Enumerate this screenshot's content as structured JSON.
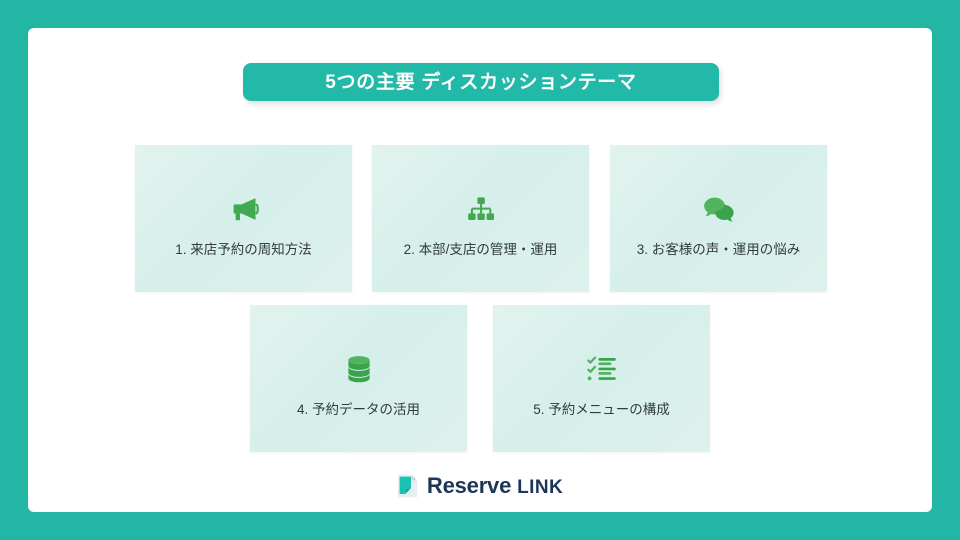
{
  "theme": {
    "frame_color": "#23b6a5",
    "panel_color": "#ffffff",
    "banner_color": "#22b9a8",
    "card_color": "#d9f0ec",
    "icon_color": "#3faa4f",
    "label_color": "#333a40",
    "logo_color": "#1d3557",
    "logo_mark_color": "#19c2b4"
  },
  "header": {
    "title": "5つの主要 ディスカッションテーマ"
  },
  "cards": [
    {
      "label": "1. 来店予約の周知方法",
      "icon": "megaphone-icon"
    },
    {
      "label": "2. 本部/支店の管理・運用",
      "icon": "sitemap-icon"
    },
    {
      "label": "3. お客様の声・運用の悩み",
      "icon": "comments-icon"
    },
    {
      "label": "4. 予約データの活用",
      "icon": "database-icon"
    },
    {
      "label": "5. 予約メニューの構成",
      "icon": "checklist-icon"
    }
  ],
  "footer": {
    "logo_primary": "Reserve",
    "logo_secondary": "LINK",
    "logo_mark": "page-bookmark-icon"
  }
}
